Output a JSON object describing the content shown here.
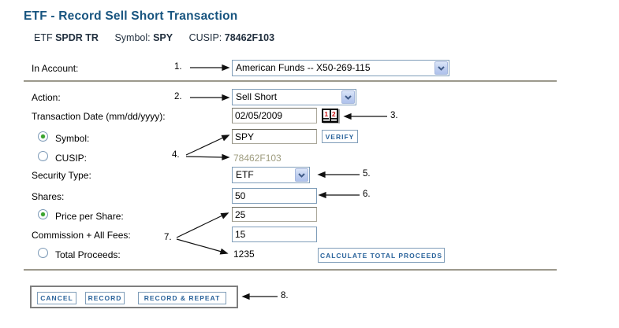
{
  "colors": {
    "title_blue": "#17547F",
    "button_blue": "#2A639B",
    "border_blue": "#7F9DB9",
    "disabled_text": "#9E9C7E",
    "radio_green": "#3BA52F",
    "divider": "#9C998C",
    "group_border": "#7E7E7E"
  },
  "page": {
    "title": "ETF - Record Sell Short Transaction"
  },
  "security_header": {
    "etf_label": "ETF",
    "etf_name": "SPDR TR",
    "symbol_label": "Symbol:",
    "symbol": "SPY",
    "cusip_label": "CUSIP:",
    "cusip": "78462F103"
  },
  "form": {
    "in_account": {
      "label": "In Account:",
      "value": "American Funds -- X50-269-115"
    },
    "action": {
      "label": "Action:",
      "value": "Sell Short"
    },
    "transaction_date": {
      "label": "Transaction Date (mm/dd/yyyy):",
      "value": "02/05/2009"
    },
    "symbol": {
      "label": "Symbol:",
      "value": "SPY",
      "selected": true,
      "verify_label": "VERIFY"
    },
    "cusip": {
      "label": "CUSIP:",
      "value": "78462F103",
      "selected": false
    },
    "security_type": {
      "label": "Security Type:",
      "value": "ETF"
    },
    "shares": {
      "label": "Shares:",
      "value": "50"
    },
    "price_per_share": {
      "label": "Price per Share:",
      "value": "25",
      "selected": true
    },
    "commission": {
      "label": "Commission + All Fees:",
      "value": "15"
    },
    "total_proceeds": {
      "label": "Total Proceeds:",
      "value": "1235",
      "selected": false,
      "calculate_label": "CALCULATE TOTAL PROCEEDS"
    }
  },
  "calendar_icon": {
    "digit_left": "1",
    "digit_right": "2"
  },
  "buttons": {
    "cancel": "CANCEL",
    "record": "RECORD",
    "record_repeat": "RECORD & REPEAT"
  },
  "annotations": {
    "n1": "1.",
    "n2": "2.",
    "n3": "3.",
    "n4": "4.",
    "n5": "5.",
    "n6": "6.",
    "n7": "7.",
    "n8": "8."
  }
}
